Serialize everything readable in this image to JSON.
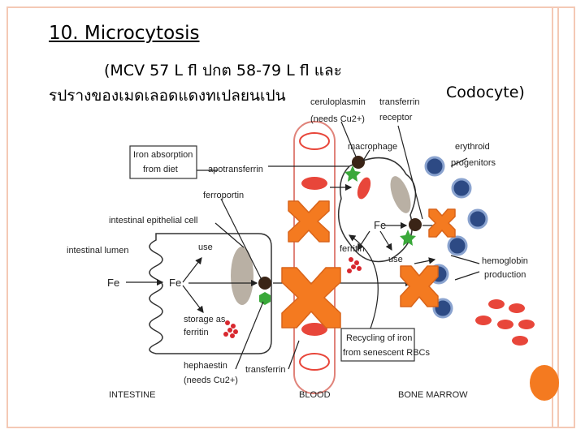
{
  "slide": {
    "title": "10. Microcytosis",
    "line1": "(MCV 57 L fl ปกต   58-79 L fl และ",
    "line2": "รปรางของเมดเลอดแดงทเปลยนเปน",
    "codocyte": "Codocyte)"
  },
  "diagram": {
    "labels": {
      "ceruloplasmin": "ceruloplasmin",
      "needs_cu_1": "(needs Cu2+)",
      "transferrin_receptor_1": "transferrin",
      "transferrin_receptor_2": "receptor",
      "iron_absorption_1": "Iron absorption",
      "iron_absorption_2": "from diet",
      "macrophage": "macrophage",
      "erythroid_1": "erythroid",
      "erythroid_2": "progenitors",
      "apotransferrin": "apotransferrin",
      "ferroportin": "ferroportin",
      "intestinal_epithelial_cell": "intestinal epithelial cell",
      "intestinal_lumen": "intestinal lumen",
      "use_1": "use",
      "fe_lumen": "Fe",
      "fe_cell": "Fe",
      "storage_1": "storage as",
      "storage_2": "ferritin",
      "fe_macrophage": "Fe",
      "ferritin": "ferritin",
      "use_2": "use",
      "hemoglobin_1": "hemoglobin",
      "hemoglobin_2": "production",
      "recycling_1": "Recycling of iron",
      "recycling_2": "from senescent RBCs",
      "hephaestin": "hephaestin",
      "needs_cu_2": "(needs Cu2+)",
      "transferrin": "transferrin",
      "intestine": "INTESTINE",
      "blood": "BLOOD",
      "bone_marrow": "BONE MARROW"
    }
  },
  "colors": {
    "border": "#f4c9b5",
    "cross": "#f47a20",
    "cross_edge": "#d9641a",
    "rbc": "#e8463a",
    "progenitor": "#2d4a84",
    "ferritin": "#d8282f",
    "green": "#3aa83a",
    "brown": "#3a2416"
  }
}
